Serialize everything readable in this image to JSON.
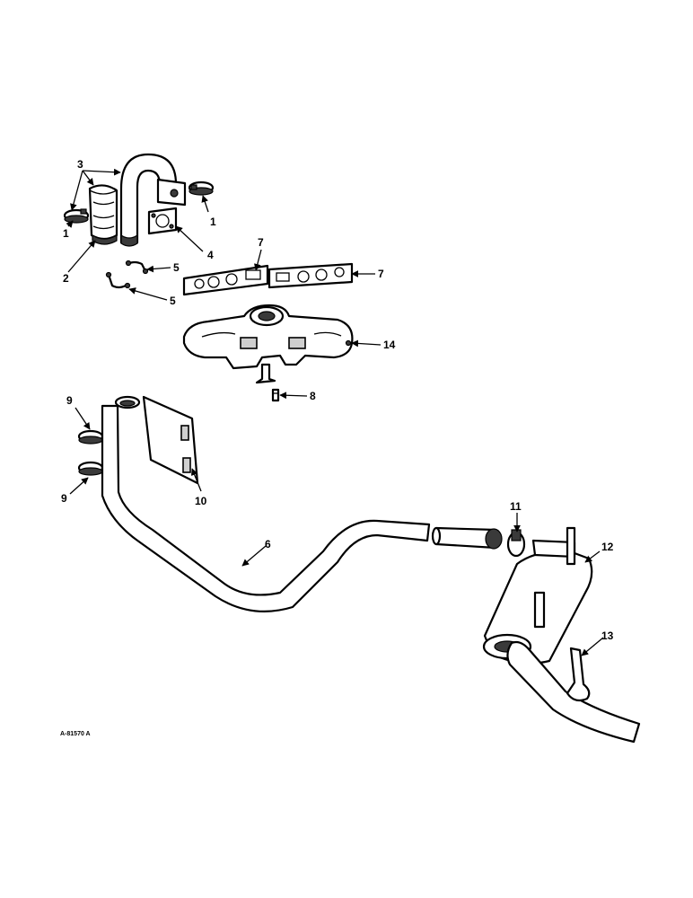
{
  "callouts": {
    "c1a": "1",
    "c1b": "1",
    "c2": "2",
    "c3": "3",
    "c4": "4",
    "c5a": "5",
    "c5b": "5",
    "c6": "6",
    "c7a": "7",
    "c7b": "7",
    "c8": "8",
    "c9a": "9",
    "c9b": "9",
    "c10": "10",
    "c11": "11",
    "c12": "12",
    "c13": "13",
    "c14": "14"
  },
  "figure_ref": "A-81570 A"
}
